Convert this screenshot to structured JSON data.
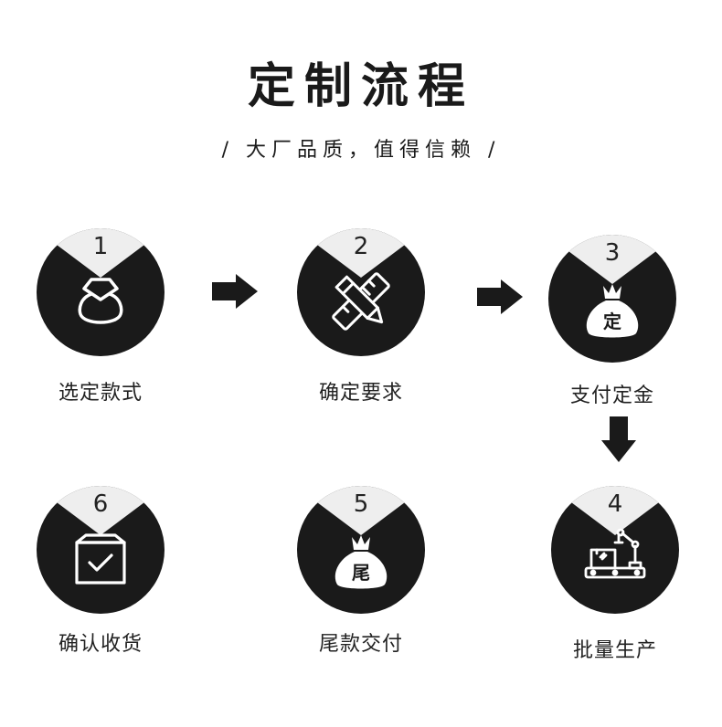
{
  "header": {
    "title": "定制流程",
    "subtitle": "/ 大厂品质，值得信赖 /"
  },
  "steps": [
    {
      "number": "1",
      "label": "选定款式",
      "icon": "ring-icon"
    },
    {
      "number": "2",
      "label": "确定要求",
      "icon": "pencil-ruler-icon"
    },
    {
      "number": "3",
      "label": "支付定金",
      "icon": "money-bag-icon",
      "bag_text": "定"
    },
    {
      "number": "4",
      "label": "批量生产",
      "icon": "robot-arm-icon"
    },
    {
      "number": "5",
      "label": "尾款交付",
      "icon": "money-bag-icon",
      "bag_text": "尾"
    },
    {
      "number": "6",
      "label": "确认收货",
      "icon": "checked-box-icon"
    }
  ],
  "colors": {
    "badge": "#1a1a1a",
    "notch": "#eeeeee",
    "text": "#222222"
  }
}
